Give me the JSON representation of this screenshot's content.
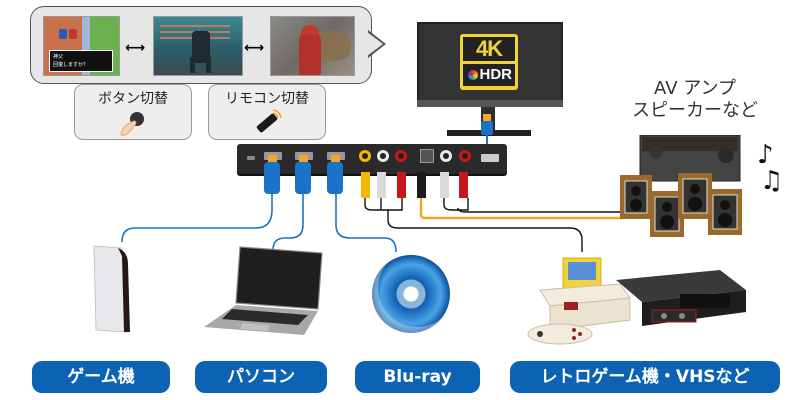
{
  "switch_modes": {
    "thumbnails": [
      {
        "name": "retro-game-screen",
        "dialog_name": "神父",
        "dialog_text": "回復しますか？"
      },
      {
        "name": "robot-scene"
      },
      {
        "name": "girl-and-wolf-scene"
      }
    ],
    "arrow_symbol": "⟷",
    "button_switch_label": "ボタン切替",
    "remote_switch_label": "リモコン切替"
  },
  "tv": {
    "badge_4k": "4K",
    "badge_hdr": "HDR"
  },
  "av_amp": {
    "label_line1": "AV アンプ",
    "label_line2": "スピーカーなど",
    "music_notes": [
      "♪",
      "♫"
    ]
  },
  "colors": {
    "pill_blue": "#0c62b3",
    "hdmi_blue": "#1a73c8",
    "plug_orange": "#f5a623",
    "rca_yellow": "#f5b800",
    "rca_white": "#d9d9d9",
    "rca_red": "#c8161d",
    "optical_black": "#1a1a1a"
  },
  "categories": [
    {
      "id": "game",
      "label": "ゲーム機"
    },
    {
      "id": "pc",
      "label": "パソコン"
    },
    {
      "id": "bluray",
      "label": "Blu-ray"
    },
    {
      "id": "retro",
      "label": "レトロゲーム機・VHSなど"
    }
  ]
}
